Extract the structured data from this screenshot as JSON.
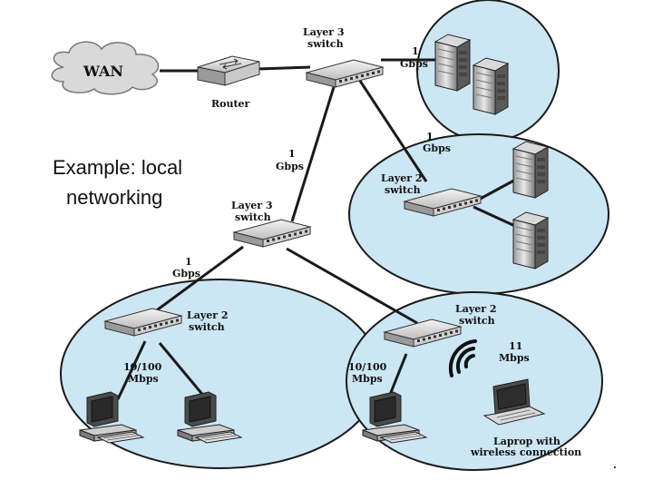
{
  "slide_title_lines": [
    "Example: local",
    "networking"
  ],
  "labels": {
    "wan": "WAN",
    "router": "Router",
    "l3_top_1": "Layer 3",
    "l3_top_2": "switch",
    "l3_mid_1": "Layer 3",
    "l3_mid_2": "switch",
    "l2_right_1": "Layer 2",
    "l2_right_2": "switch",
    "l2_bl_1": "Layer 2",
    "l2_bl_2": "switch",
    "l2_br_1": "Layer 2",
    "l2_br_2": "switch",
    "gbps_top_1": "1",
    "gbps_top_2": "Gbps",
    "gbps_right_1": "1",
    "gbps_right_2": "Gbps",
    "gbps_mid_1": "1",
    "gbps_mid_2": "Gbps",
    "gbps_left_1": "1",
    "gbps_left_2": "Gbps",
    "mbps_left_1": "10/100",
    "mbps_left_2": "Mbps",
    "mbps_right_1": "10/100",
    "mbps_right_2": "Mbps",
    "wifi_1": "11",
    "wifi_2": "Mbps",
    "laptop_1": "Laprop with",
    "laptop_2": "wireless connection",
    "dot": "."
  },
  "icons": [
    "wan-cloud-icon",
    "router-icon",
    "switch-icon",
    "server-icon",
    "desktop-computer-icon",
    "laptop-icon",
    "wireless-signal-icon"
  ],
  "colors": {
    "zone_fill": "#cce6f4",
    "zone_stroke": "#1a1a1a",
    "link": "#1a1a1a",
    "device_light": "#e6e6e6",
    "device_dark": "#3c3c3c"
  }
}
